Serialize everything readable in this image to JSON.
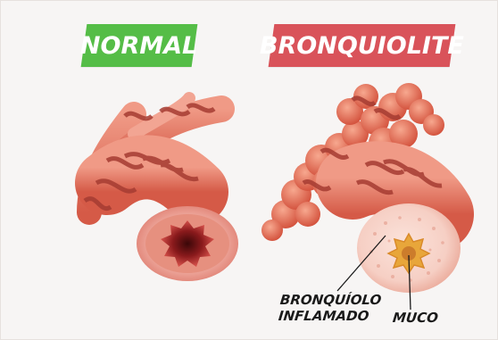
{
  "labels": {
    "normal": "NORMAL",
    "bronquiolite": "BRONQUIOLITE",
    "bronquiolo_line1": "BRONQUÍOLO",
    "bronquiolo_line2": "INFLAMADO",
    "muco": "MUCO"
  },
  "colors": {
    "normal_badge": "#55bd47",
    "bronquiolite_badge": "#d9535a",
    "airway_tissue": "#e06f5a",
    "muscle_band": "#b5463a",
    "mucus": "#e8a63a"
  }
}
